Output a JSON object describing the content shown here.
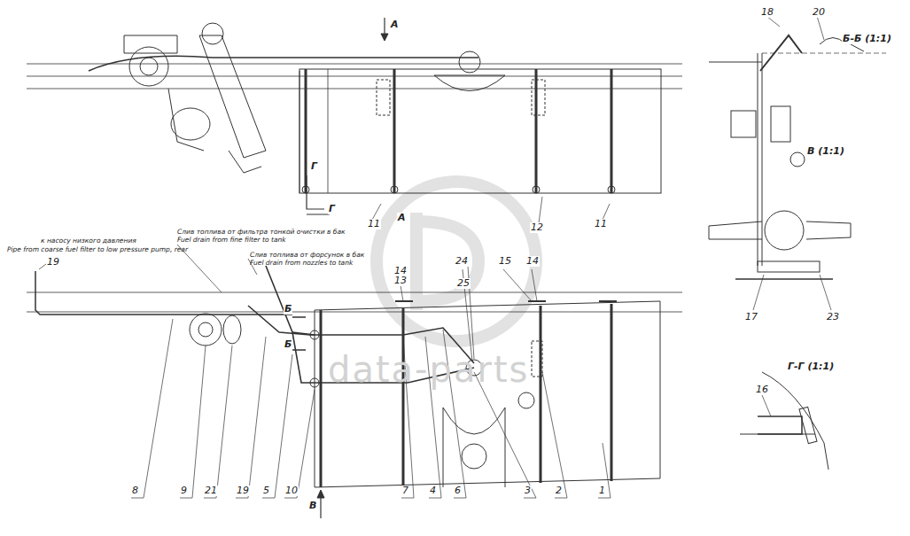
{
  "diagram": {
    "labels": [
      "А",
      "Б-Б (1:1)",
      "18",
      "20",
      "В (1:1)",
      "17",
      "23",
      "Г-Г (1:1)",
      "16",
      "Г",
      "Г",
      "11",
      "А",
      "12",
      "11",
      "к насосу низкого давления",
      "Pipe from coarse fuel filter to low pressure pump, rear",
      "Слив топлива от фильтра тонкой очистки в бак",
      "Fuel drain from fine filter to tank",
      "Слив топлива от форсунок в бак",
      "Fuel drain from nozzles to tank",
      "19",
      "14",
      "13",
      "24",
      "25",
      "15",
      "14",
      "Б",
      "Б",
      "В",
      "8",
      "9",
      "21",
      "19",
      "5",
      "10",
      "7",
      "4",
      "6",
      "3",
      "2",
      "1",
      "data-parts"
    ]
  }
}
